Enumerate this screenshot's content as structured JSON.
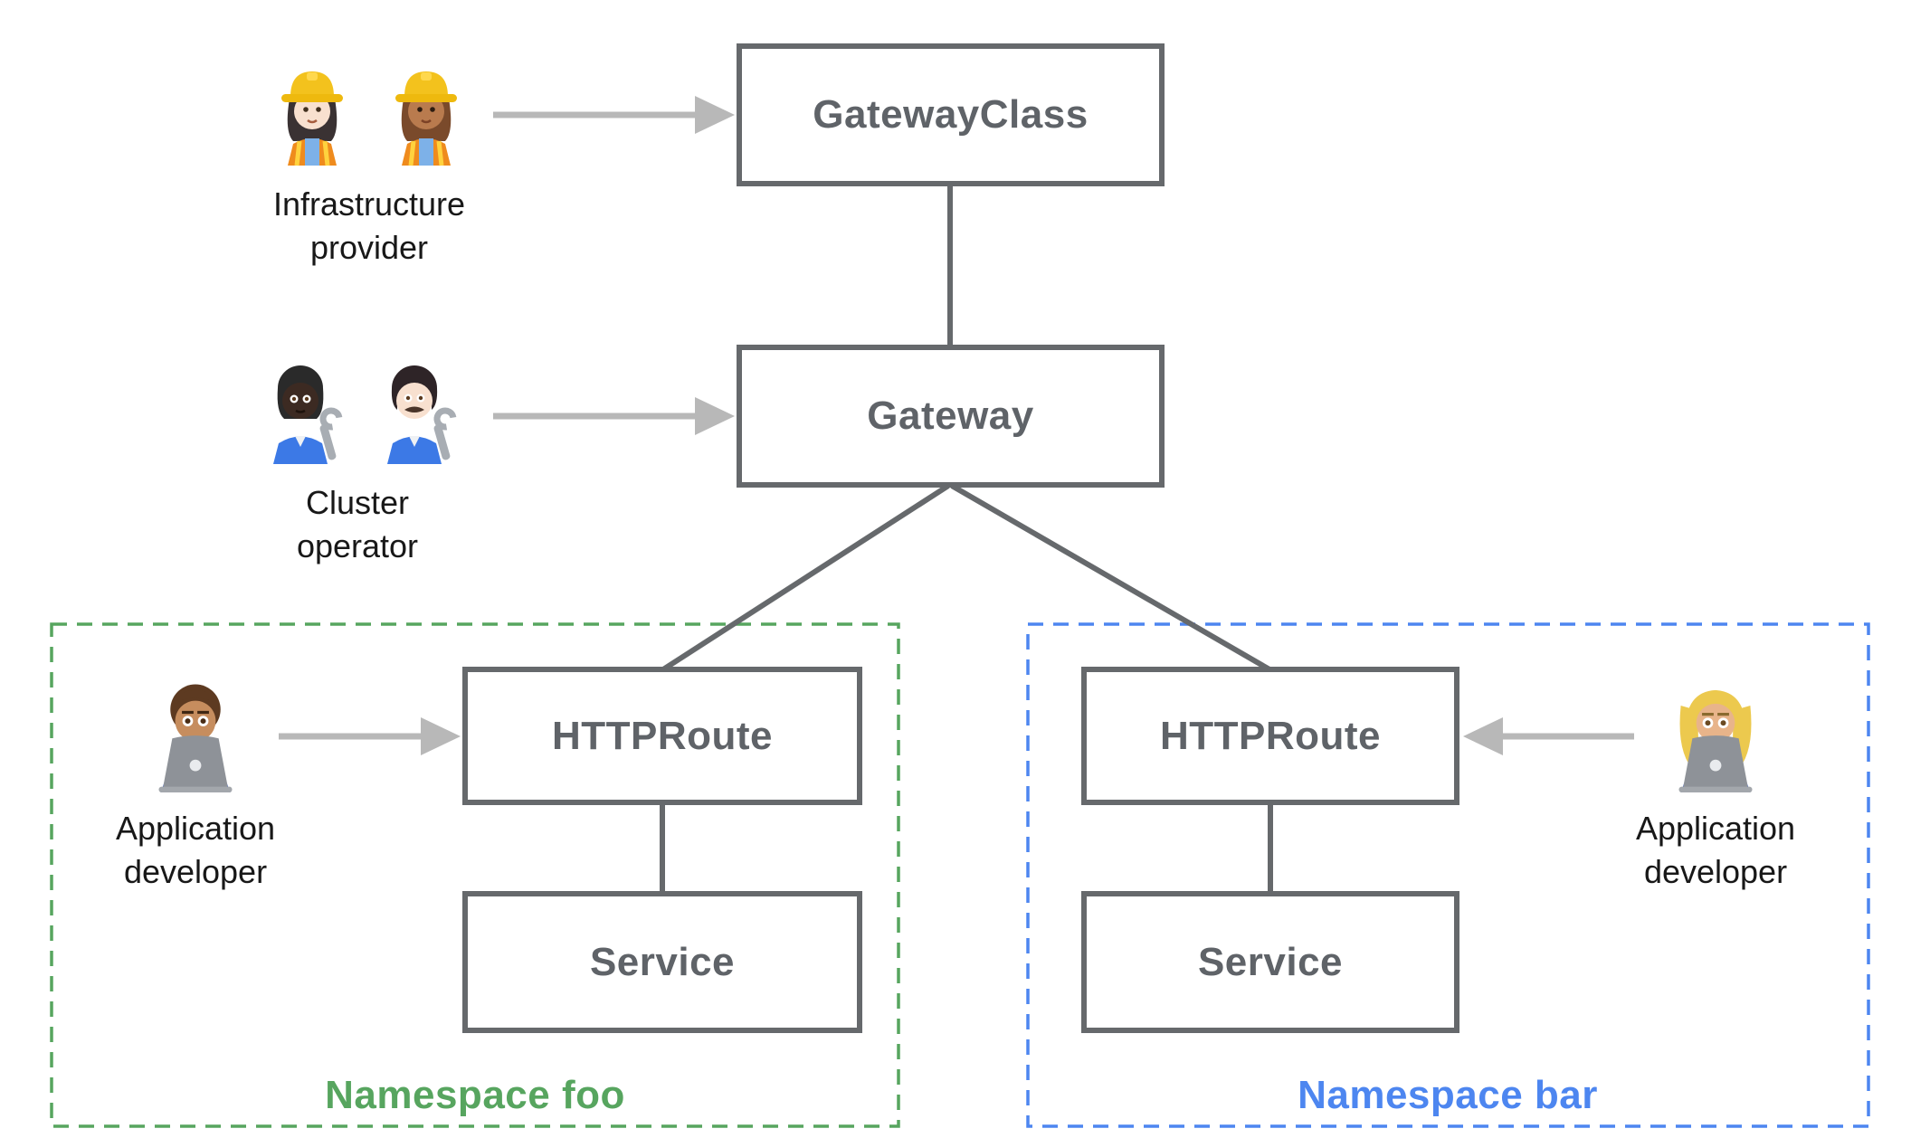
{
  "colors": {
    "background": "#ffffff",
    "box_border": "#66696c",
    "box_text": "#5f6368",
    "connector": "#66696c",
    "arrow": "#b8b8b8",
    "persona_text": "#181818",
    "namespace_foo": "#57a55f",
    "namespace_bar": "#4d86f0"
  },
  "nodes": {
    "gateway_class": {
      "label": "GatewayClass"
    },
    "gateway": {
      "label": "Gateway"
    },
    "httproute_foo": {
      "label": "HTTPRoute"
    },
    "service_foo": {
      "label": "Service"
    },
    "httproute_bar": {
      "label": "HTTPRoute"
    },
    "service_bar": {
      "label": "Service"
    }
  },
  "personas": {
    "infrastructure_provider": {
      "label": "Infrastructure\nprovider",
      "icons": [
        "woman-construction-worker-light-icon",
        "woman-construction-worker-medium-icon"
      ]
    },
    "cluster_operator": {
      "label": "Cluster\noperator",
      "icons": [
        "mechanic-dark-icon",
        "man-mechanic-light-icon"
      ]
    },
    "app_developer_foo": {
      "label": "Application\ndeveloper",
      "icons": [
        "man-technologist-icon"
      ]
    },
    "app_developer_bar": {
      "label": "Application\ndeveloper",
      "icons": [
        "woman-technologist-icon"
      ]
    }
  },
  "namespaces": {
    "foo": {
      "label": "Namespace foo"
    },
    "bar": {
      "label": "Namespace bar"
    }
  }
}
